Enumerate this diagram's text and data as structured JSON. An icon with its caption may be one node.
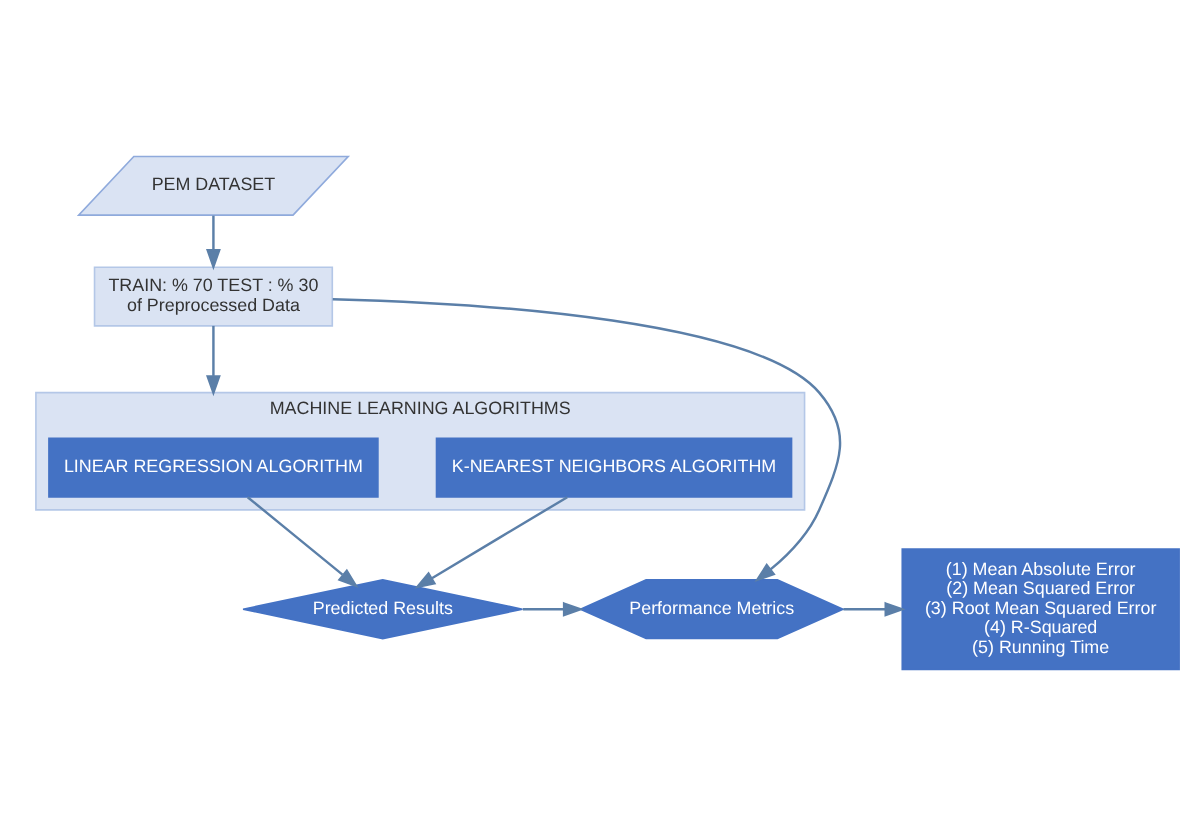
{
  "diagram": {
    "nodes": [
      {
        "text": [
          "PEM DATASET"
        ]
      },
      {
        "text": [
          "TRAIN: % 70 TEST : % 30",
          "of Preprocessed Data"
        ]
      },
      {
        "text": [
          "MACHINE LEARNING ALGORITHMS"
        ]
      },
      {
        "text": [
          "LINEAR REGRESSION ALGORITHM"
        ],
        "in": 2
      },
      {
        "text": [
          "K-NEAREST NEIGHBORS ALGORITHM"
        ],
        "in": 2
      },
      {
        "text": [
          "Predicted Results"
        ]
      },
      {
        "text": [
          "Performance Metrics"
        ]
      },
      {
        "text": [
          "(1) Mean Absolute Error",
          "(2) Mean Squared Error",
          "(3) Root Mean Squared Error",
          "(4) R-Squared",
          "(5) Running Time"
        ]
      }
    ],
    "edges": [
      {
        "from": 0,
        "to": 1,
        "arrow": "to"
      },
      {
        "from": 1,
        "to": 2,
        "arrow": "to"
      },
      {
        "from": 3,
        "to": 5,
        "arrow": "to"
      },
      {
        "from": 4,
        "to": 5,
        "arrow": "to"
      },
      {
        "from": 1,
        "to": 6,
        "arrow": "to"
      },
      {
        "from": 5,
        "to": 6,
        "arrow": "to"
      },
      {
        "from": 6,
        "to": 7,
        "arrow": "to"
      }
    ]
  }
}
